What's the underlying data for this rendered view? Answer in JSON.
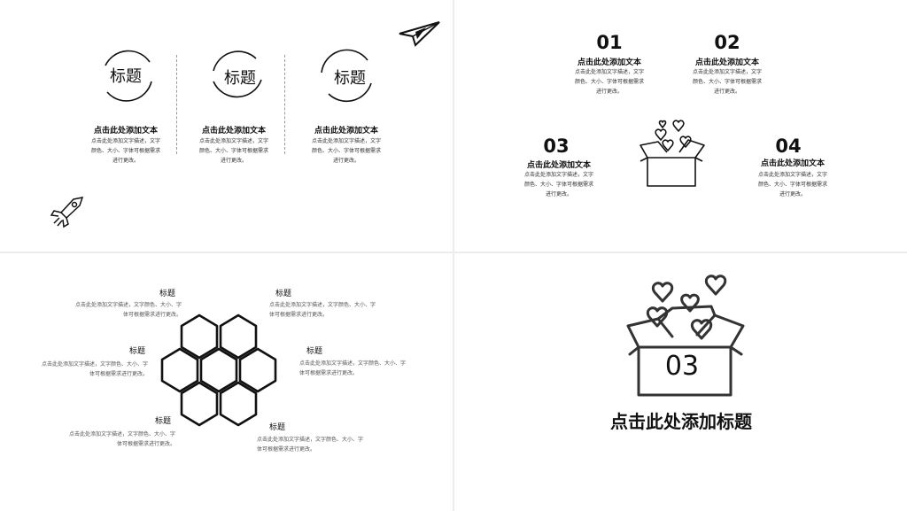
{
  "slide1": {
    "columns": [
      {
        "title": "标题",
        "heading": "点击此处添加文本",
        "desc_l1": "点击此处添加文字描述，文字",
        "desc_l2": "颜色、大小、字体可根据需求",
        "desc_l3": "进行更改。"
      },
      {
        "title": "标题",
        "heading": "点击此处添加文本",
        "desc_l1": "点击此处添加文字描述，文字",
        "desc_l2": "颜色、大小、字体可根据需求",
        "desc_l3": "进行更改。"
      },
      {
        "title": "标题",
        "heading": "点击此处添加文本",
        "desc_l1": "点击此处添加文字描述，文字",
        "desc_l2": "颜色、大小、字体可根据需求",
        "desc_l3": "进行更改。"
      }
    ]
  },
  "slide2": {
    "items": [
      {
        "num": "01",
        "heading": "点击此处添加文本",
        "desc_l1": "点击此处添加文字描述，文字",
        "desc_l2": "颜色、大小、字体可根据需求",
        "desc_l3": "进行更改。"
      },
      {
        "num": "02",
        "heading": "点击此处添加文本",
        "desc_l1": "点击此处添加文字描述，文字",
        "desc_l2": "颜色、大小、字体可根据需求",
        "desc_l3": "进行更改。"
      },
      {
        "num": "03",
        "heading": "点击此处添加文本",
        "desc_l1": "点击此处添加文字描述，文字",
        "desc_l2": "颜色、大小、字体可根据需求",
        "desc_l3": "进行更改。"
      },
      {
        "num": "04",
        "heading": "点击此处添加文本",
        "desc_l1": "点击此处添加文字描述，文字",
        "desc_l2": "颜色、大小、字体可根据需求",
        "desc_l3": "进行更改。"
      }
    ]
  },
  "slide3": {
    "items": [
      {
        "title": "标题",
        "desc_l1": "点击此处添加文字描述，文字颜色、大小、字",
        "desc_l2": "体可根据需求进行更改。"
      },
      {
        "title": "标题",
        "desc_l1": "点击此处添加文字描述，文字颜色、大小、字",
        "desc_l2": "体可根据需求进行更改。"
      },
      {
        "title": "标题",
        "desc_l1": "点击此处添加文字描述，文字颜色、大小、字",
        "desc_l2": "体可根据需求进行更改。"
      },
      {
        "title": "标题",
        "desc_l1": "点击此处添加文字描述，文字颜色、大小、字",
        "desc_l2": "体可根据需求进行更改。"
      },
      {
        "title": "标题",
        "desc_l1": "点击此处添加文字描述，文字颜色、大小、字",
        "desc_l2": "体可根据需求进行更改。"
      },
      {
        "title": "标题",
        "desc_l1": "点击此处添加文字描述，文字颜色、大小、字",
        "desc_l2": "体可根据需求进行更改。"
      }
    ]
  },
  "slide4": {
    "number": "03",
    "title": "点击此处添加标题"
  },
  "icons": [
    "paper-plane-icon",
    "rocket-icon",
    "heart-box-icon",
    "hexagon-cluster-icon"
  ]
}
